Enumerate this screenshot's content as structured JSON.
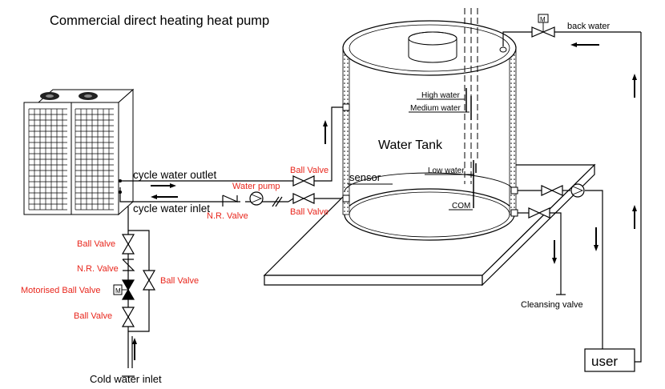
{
  "title": "Commercial direct heating heat pump",
  "labels": {
    "water_tank": "Water Tank",
    "cycle_water_outlet": "cycle water outlet",
    "cycle_water_inlet": "cycle water inlet",
    "sensor": "sensor",
    "high_water": "High water",
    "medium_water": "Medium water",
    "low_water": "Low water",
    "com": "COM",
    "back_water": "back water",
    "cleansing_valve": "Cleansing valve",
    "user": "user",
    "cold_water_inlet": "Cold water inlet",
    "motor_symbol": "M"
  },
  "red_labels": {
    "ball_valve_outlet": "Ball Valve",
    "ball_valve_inlet": "Ball Valve",
    "water_pump": "Water pump",
    "nr_valve_inlet": "N.R. Valve",
    "ball_valve_cold_top": "Ball Valve",
    "nr_valve_cold": "N.R. Valve",
    "motorised_ball_valve": "Motorised Ball Valve",
    "ball_valve_cold_bottom": "Ball Valve",
    "ball_valve_bypass": "Ball Valve"
  },
  "colors": {
    "line": "#000000",
    "component_label": "#e8261c"
  }
}
